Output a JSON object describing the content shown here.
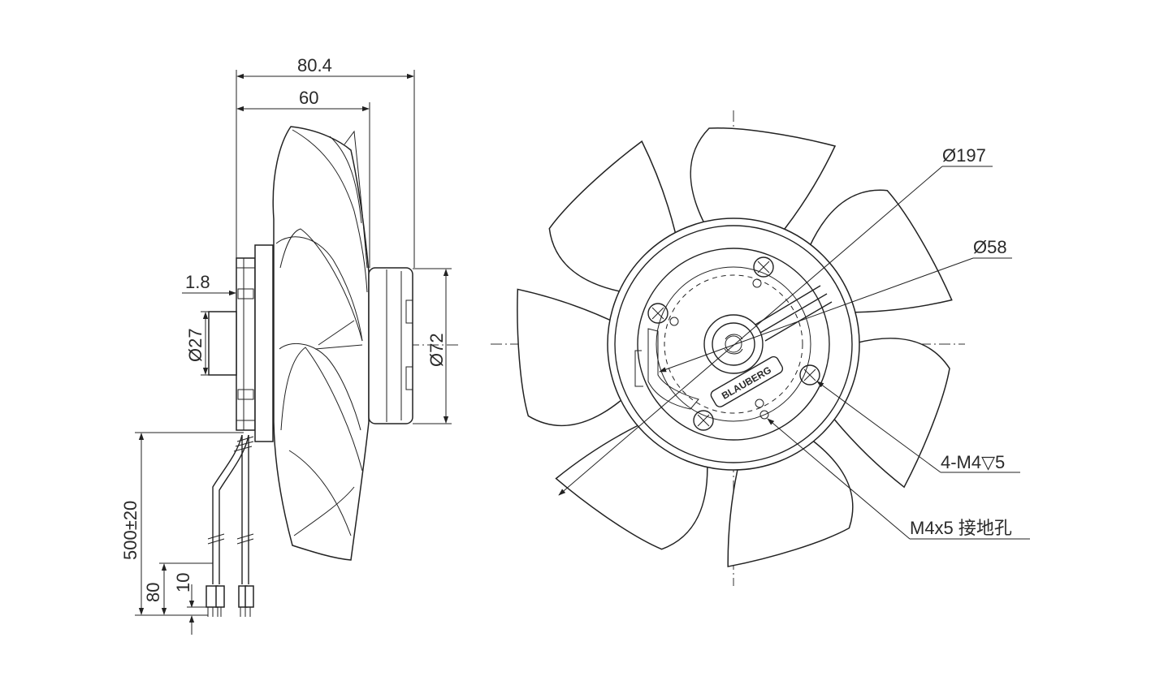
{
  "dimensions": {
    "overall_depth": "80.4",
    "impeller_depth": "60",
    "flange_step": "1.8",
    "hub_diameter": "Ø27",
    "motor_diameter": "Ø72",
    "cable_length": "500±20",
    "strip_length_outer": "80",
    "strip_length_inner": "10",
    "fan_diameter": "Ø197",
    "hub_front_diameter": "Ø58",
    "mount_holes": "4-M4",
    "mount_depth_symbol": "▽",
    "mount_depth": "5",
    "ground_hole": "M4x5 接地孔"
  },
  "labels": {
    "hub_brand": "BLAUBERG"
  },
  "colors": {
    "line": "#222222",
    "background": "#ffffff"
  }
}
